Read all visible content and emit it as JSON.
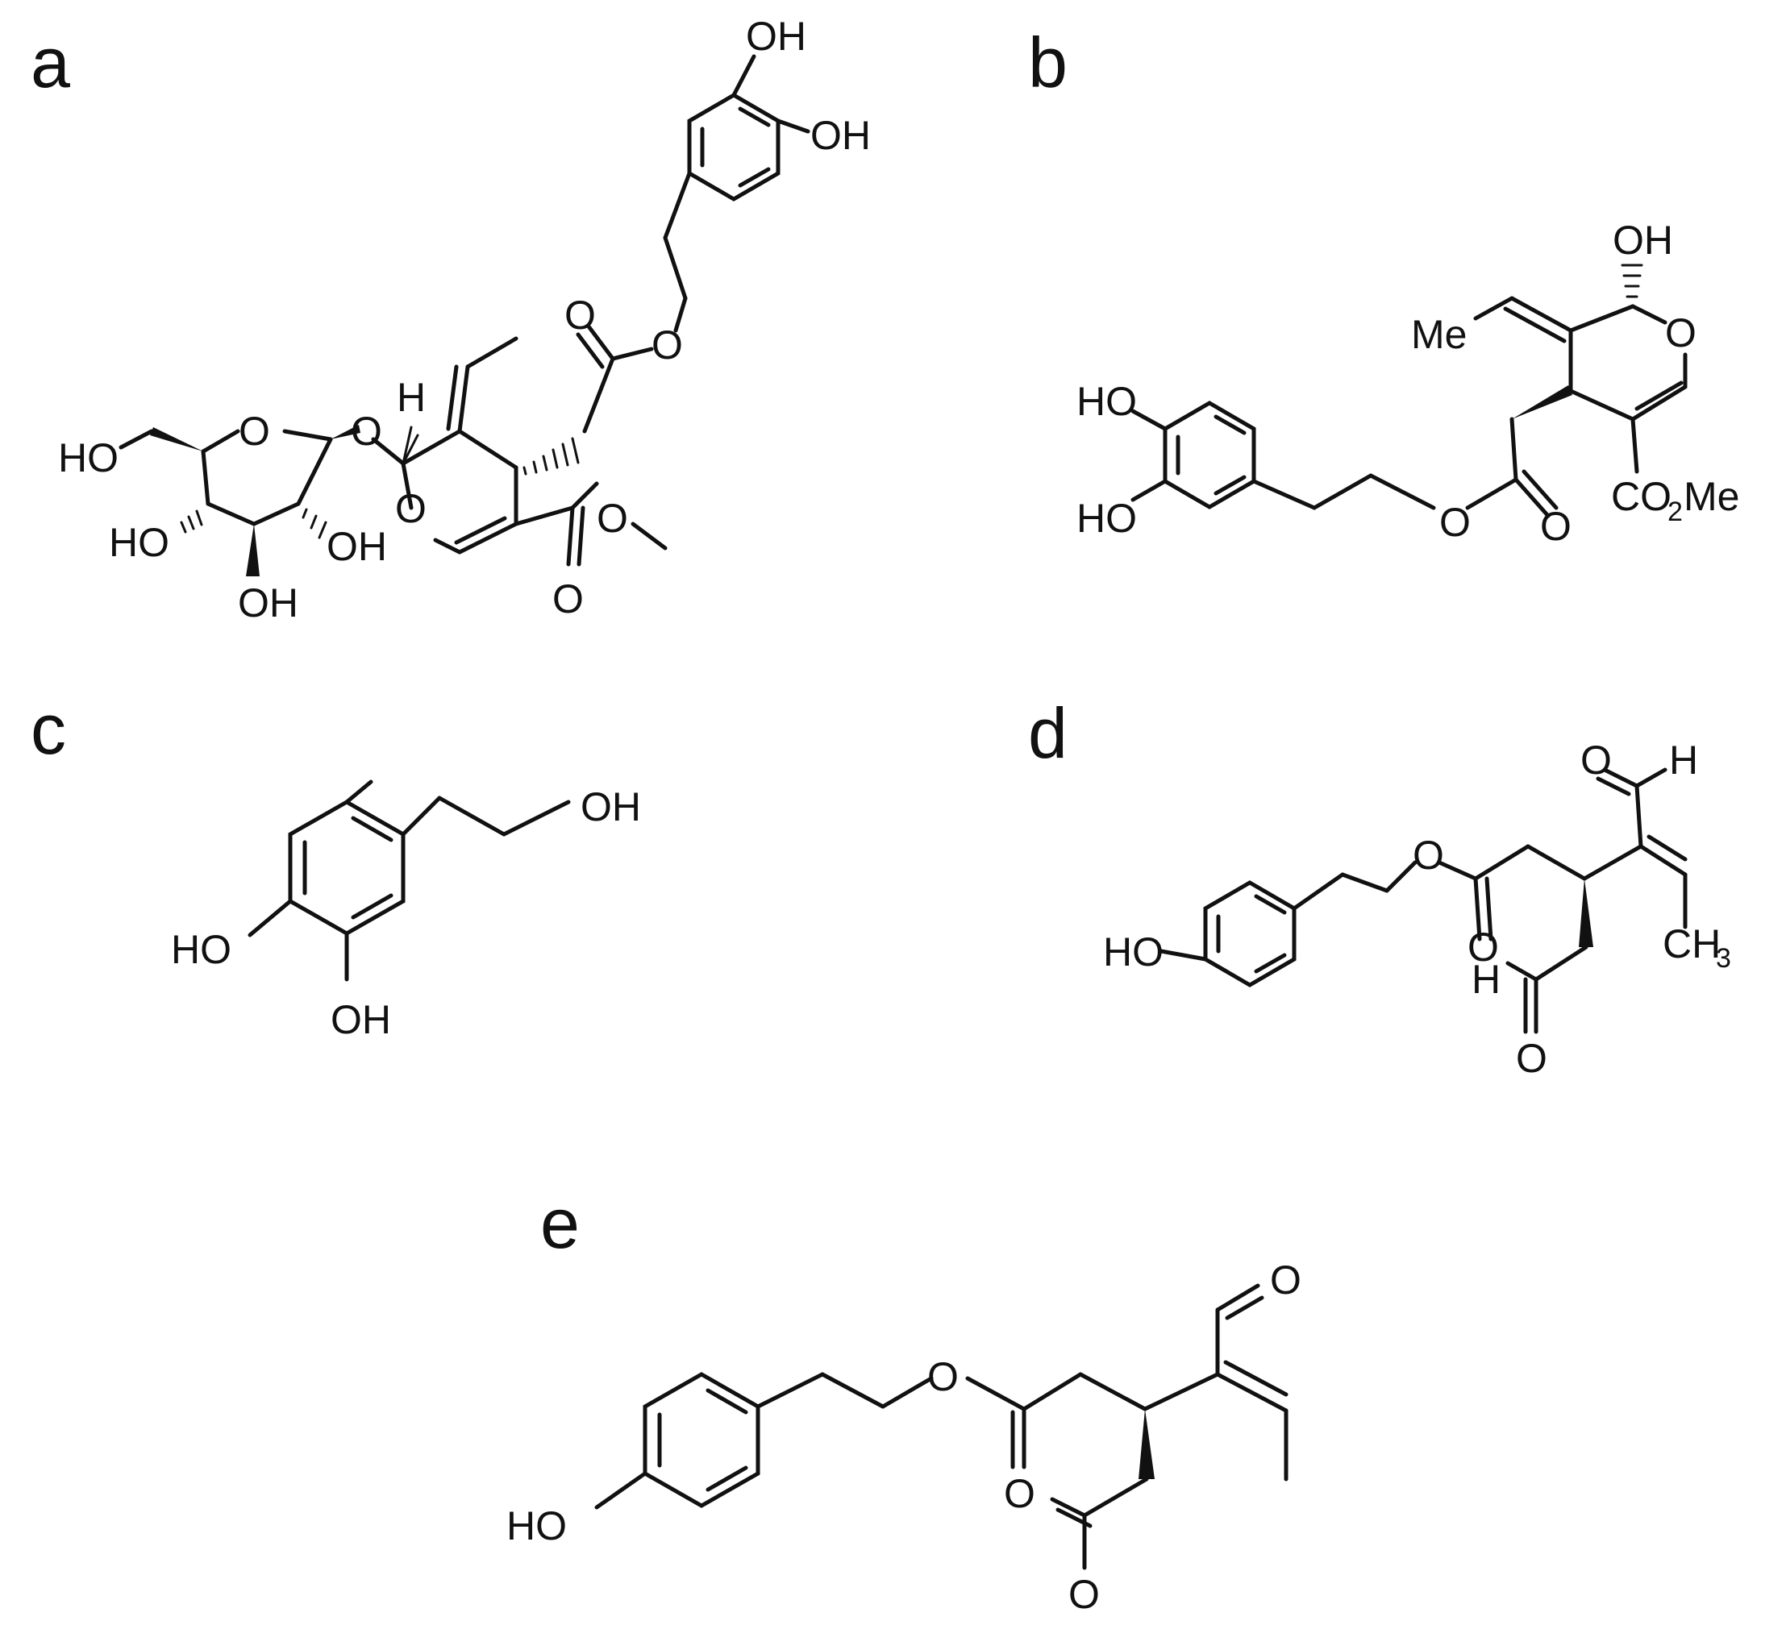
{
  "figure": {
    "panels": [
      {
        "id": "a",
        "label": "a",
        "atom_labels": [
          "OH",
          "OH",
          "O",
          "O",
          "O",
          "H",
          "O",
          "O",
          "HO",
          "O",
          "HO",
          "OH",
          "OH",
          "O",
          "O"
        ]
      },
      {
        "id": "b",
        "label": "b",
        "atom_labels": [
          "OH",
          "Me",
          "O",
          "HO",
          "HO",
          "O",
          "O",
          "CO",
          "2",
          "Me"
        ]
      },
      {
        "id": "c",
        "label": "c",
        "atom_labels": [
          "OH",
          "HO",
          "OH"
        ]
      },
      {
        "id": "d",
        "label": "d",
        "atom_labels": [
          "O",
          "H",
          "O",
          "HO",
          "O",
          "CH",
          "3",
          "H",
          "O"
        ]
      },
      {
        "id": "e",
        "label": "e",
        "atom_labels": [
          "O",
          "O",
          "HO",
          "O",
          "O"
        ]
      }
    ],
    "colors": {
      "ink": "#111111",
      "background": "#ffffff"
    }
  }
}
